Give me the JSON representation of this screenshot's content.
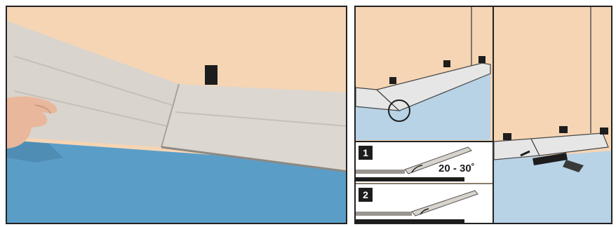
{
  "colors": {
    "wall": "#f6d5b4",
    "underlay": "#5a9ec8",
    "underlay_light": "#b9d3e6",
    "plank": "#d8d3cc",
    "plank_shadow": "#9a958f",
    "clip": "#1d1d1d",
    "skin": "#e9b79b",
    "frame": "#222222"
  },
  "steps": [
    {
      "number": "1",
      "angle_label": "20 - 30˚"
    },
    {
      "number": "2",
      "angle_label": ""
    }
  ]
}
